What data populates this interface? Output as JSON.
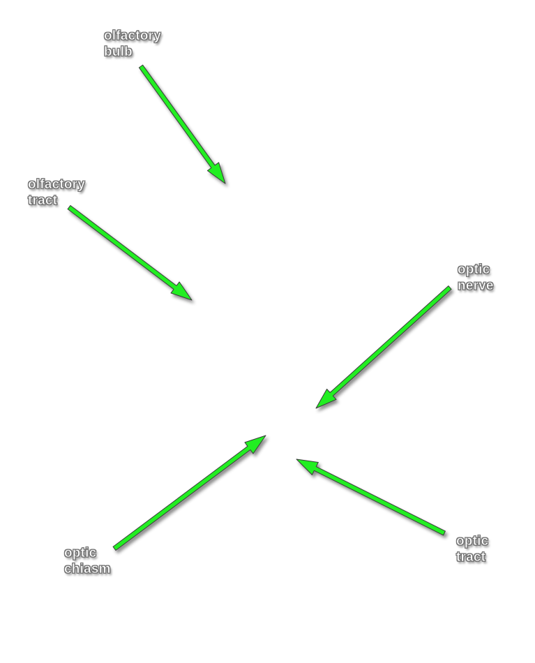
{
  "labels": {
    "olfactory_bulb": [
      "olfactory",
      "bulb"
    ],
    "olfactory_tract": [
      "olfactory",
      "tract"
    ],
    "optic_nerve": [
      "optic",
      "nerve"
    ],
    "optic_chiasm": [
      "optic",
      "chiasm"
    ],
    "optic_tract": [
      "optic",
      "tract"
    ]
  },
  "colors": {
    "background": "#ffffff",
    "arrow_fill": "#22ee22",
    "arrow_outline": "#3a3a3a",
    "label_text": "#ffffff"
  }
}
